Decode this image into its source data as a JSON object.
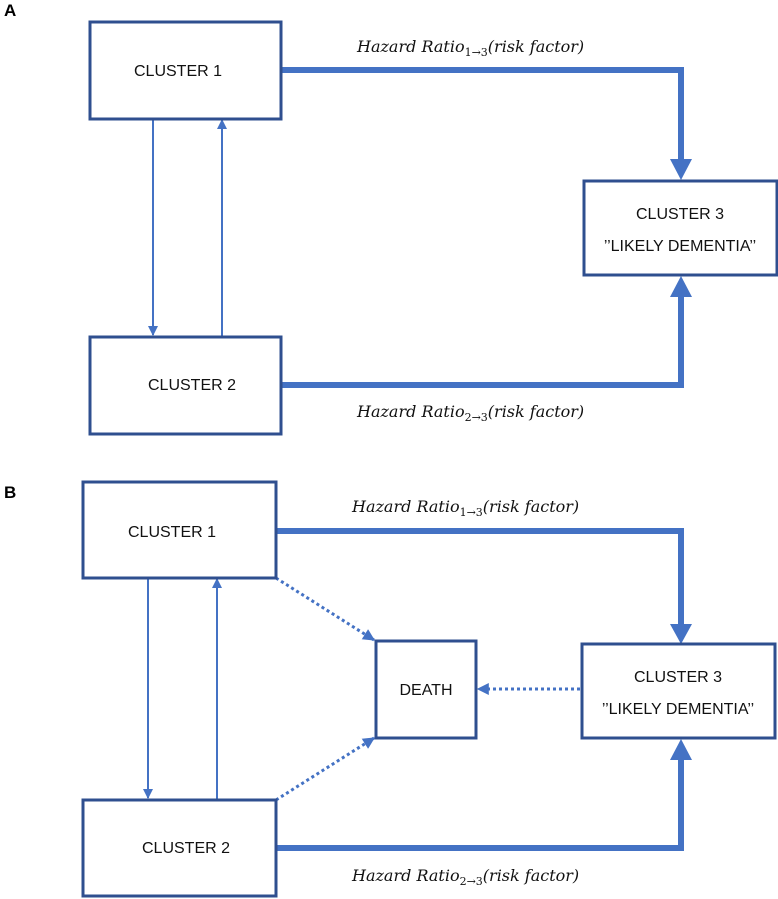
{
  "panels": [
    {
      "letter": "A",
      "cluster1": "CLUSTER 1",
      "cluster2": "CLUSTER 2",
      "cluster3_line1": "CLUSTER 3",
      "cluster3_line2": "’’LIKELY DEMENTIA’’",
      "hr13": {
        "main": "Hazard Ratio",
        "sub": "1→3",
        "tail": "(risk factor)"
      },
      "hr23": {
        "main": "Hazard Ratio",
        "sub": "2→3",
        "tail": "(risk factor)"
      }
    },
    {
      "letter": "B",
      "cluster1": "CLUSTER 1",
      "cluster2": "CLUSTER 2",
      "cluster3_line1": "CLUSTER 3",
      "cluster3_line2": "’’LIKELY DEMENTIA’’",
      "death": "DEATH",
      "hr13": {
        "main": "Hazard Ratio",
        "sub": "1→3",
        "tail": "(risk factor)"
      },
      "hr23": {
        "main": "Hazard Ratio",
        "sub": "2→3",
        "tail": "(risk factor)"
      }
    }
  ],
  "colors": {
    "arrow": "#4472c4",
    "box_border": "#2f4f8f"
  }
}
